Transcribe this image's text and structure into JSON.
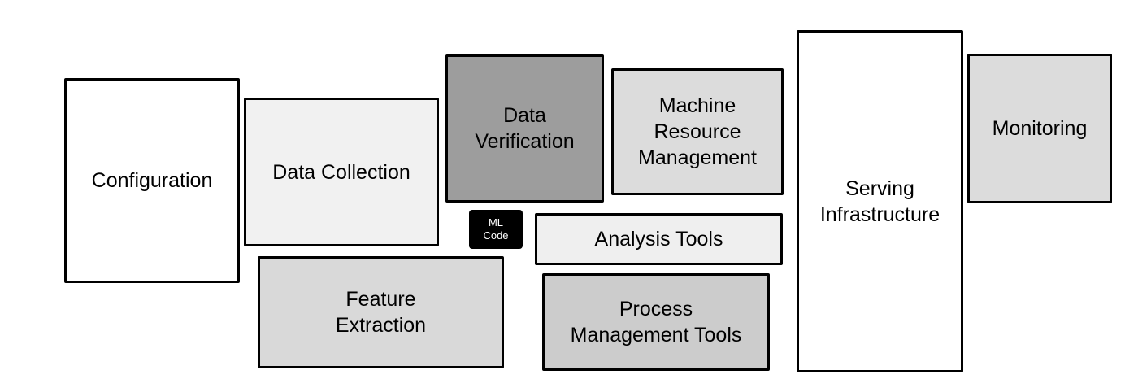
{
  "diagram": {
    "background_color": "#ffffff",
    "border_color": "#000000",
    "text_color": "#000000",
    "boxes": {
      "configuration": {
        "label": "Configuration",
        "fill": "#ffffff",
        "text_color": "#000000"
      },
      "data_collection": {
        "label": "Data Collection",
        "fill": "#f1f1f1",
        "text_color": "#000000"
      },
      "data_verification": {
        "label": "Data\nVerification",
        "fill": "#9d9d9d",
        "text_color": "#000000"
      },
      "ml_code": {
        "label": "ML\nCode",
        "fill": "#000000",
        "text_color": "#ffffff"
      },
      "machine_resource_management": {
        "label": "Machine\nResource\nManagement",
        "fill": "#dcdcdc",
        "text_color": "#000000"
      },
      "analysis_tools": {
        "label": "Analysis Tools",
        "fill": "#efefef",
        "text_color": "#000000"
      },
      "process_management_tools": {
        "label": "Process\nManagement Tools",
        "fill": "#cccccc",
        "text_color": "#000000"
      },
      "feature_extraction": {
        "label": "Feature\nExtraction",
        "fill": "#d9d9d9",
        "text_color": "#000000"
      },
      "serving_infrastructure": {
        "label": "Serving\nInfrastructure",
        "fill": "#ffffff",
        "text_color": "#000000"
      },
      "monitoring": {
        "label": "Monitoring",
        "fill": "#dcdcdc",
        "text_color": "#000000"
      }
    }
  }
}
